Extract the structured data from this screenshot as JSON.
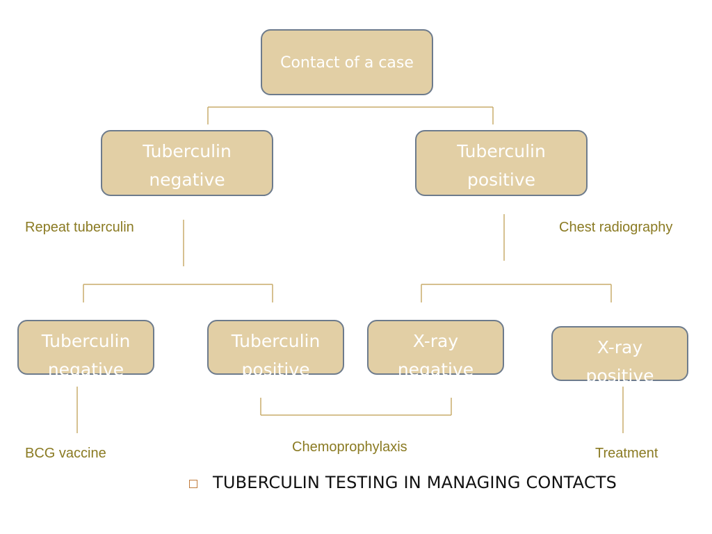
{
  "diagram": {
    "nodes": {
      "contact": "Contact of a case",
      "tb_negative_1": "Tuberculin\nnegative",
      "tb_positive_1": "Tuberculin\npositive",
      "tb_negative_2": "Tuberculin\nnegative",
      "tb_positive_2": "Tuberculin\npositive",
      "xray_negative": "X-ray\nnegative",
      "xray_positive": "X-ray\npositive"
    },
    "labels": {
      "repeat_tuberculin": "Repeat tuberculin",
      "chest_radiography": "Chest radiography",
      "bcg_vaccine": "BCG vaccine",
      "chemoprophylaxis": "Chemoprophylaxis",
      "treatment": "Treatment"
    }
  },
  "caption": {
    "text": "TUBERCULIN TESTING IN MANAGING CONTACTS"
  },
  "colors": {
    "box_fill": "#e2cfa5",
    "box_border": "#6d7b8c",
    "box_text": "#ffffff",
    "connector": "#c9ac6a",
    "label_text": "#8a7a22",
    "bullet": "#c07a3a"
  }
}
